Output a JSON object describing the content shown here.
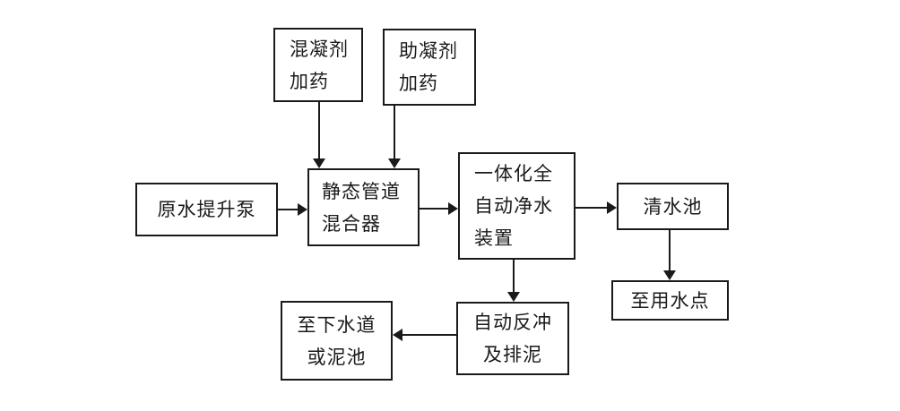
{
  "diagram": {
    "type": "flowchart",
    "description": "Water purification process flow diagram",
    "colors": {
      "background": "#ffffff",
      "box_border": "#1a1a1a",
      "arrow": "#1a1a1a",
      "text": "#1a1a1a"
    },
    "nodes": {
      "coagulant_dosing": {
        "lines": [
          "混凝剂",
          "加药"
        ]
      },
      "coagulant_aid_dosing": {
        "lines": [
          "助凝剂",
          "加药"
        ]
      },
      "raw_water_pump": {
        "lines": [
          "原水提升泵"
        ]
      },
      "static_pipe_mixer": {
        "lines": [
          "静态管道",
          "混合器"
        ]
      },
      "integrated_purifier": {
        "lines": [
          "一体化全",
          "自动净水",
          "装置"
        ]
      },
      "clean_water_tank": {
        "lines": [
          "清水池"
        ]
      },
      "to_water_use_point": {
        "lines": [
          "至用水点"
        ]
      },
      "auto_backwash_sludge": {
        "lines": [
          "自动反冲",
          "及排泥"
        ]
      },
      "to_sewer_or_sludge": {
        "lines": [
          "至下水道",
          "或泥池"
        ]
      }
    },
    "edges": [
      {
        "from": "coagulant_dosing",
        "to": "static_pipe_mixer",
        "direction": "down"
      },
      {
        "from": "coagulant_aid_dosing",
        "to": "static_pipe_mixer",
        "direction": "down"
      },
      {
        "from": "raw_water_pump",
        "to": "static_pipe_mixer",
        "direction": "right"
      },
      {
        "from": "static_pipe_mixer",
        "to": "integrated_purifier",
        "direction": "right"
      },
      {
        "from": "integrated_purifier",
        "to": "clean_water_tank",
        "direction": "right"
      },
      {
        "from": "clean_water_tank",
        "to": "to_water_use_point",
        "direction": "down"
      },
      {
        "from": "integrated_purifier",
        "to": "auto_backwash_sludge",
        "direction": "down"
      },
      {
        "from": "auto_backwash_sludge",
        "to": "to_sewer_or_sludge",
        "direction": "left"
      }
    ]
  }
}
